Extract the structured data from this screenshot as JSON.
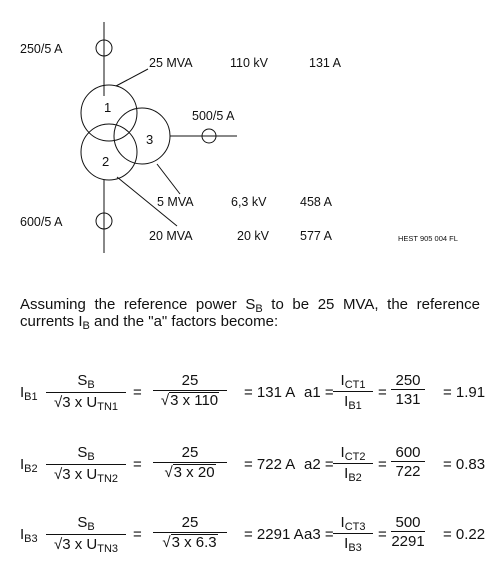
{
  "diagram": {
    "ct_hv": "250/5 A",
    "ct_lv": "600/5 A",
    "ct_tv": "500/5 A",
    "winding_labels": [
      "1",
      "2",
      "3"
    ],
    "w1": {
      "power": "25 MVA",
      "voltage": "110 kV",
      "current": "131 A"
    },
    "w3": {
      "power": "5 MVA",
      "voltage": "6,3 kV",
      "current": "458 A"
    },
    "w2": {
      "power": "20 MVA",
      "voltage": "20 kV",
      "current": "577 A"
    },
    "ref": "HEST 905 004 FL"
  },
  "intro": {
    "part1": "Assuming the reference power S",
    "sub": "B",
    "part2": " to be 25 MVA, the reference currents I",
    "sub2": "B",
    "part3": " and the \"a\" factors become:"
  },
  "equations": [
    {
      "current_sym": "I",
      "current_sub": "B1",
      "num_sym": "S",
      "num_sub": "B",
      "den_text": "√3 x U",
      "den_sub": "TN1",
      "num_val": "25",
      "den_root": "√",
      "den_rest": "3 x 110",
      "eq": "=",
      "result": "= 131 A",
      "a_name": "a1 =",
      "a_num_sym": "I",
      "a_num_sub": "CT1",
      "a_den_sym": "I",
      "a_den_sub": "B1",
      "a_num_val": "250",
      "a_den_val": "131",
      "a_result": "= 1.91"
    },
    {
      "current_sym": "I",
      "current_sub": "B2",
      "num_sym": "S",
      "num_sub": "B",
      "den_text": "√3 x U",
      "den_sub": "TN2",
      "num_val": "25",
      "den_root": "√",
      "den_rest": "3 x 20",
      "eq": "=",
      "result": "= 722 A",
      "a_name": "a2 =",
      "a_num_sym": "I",
      "a_num_sub": "CT2",
      "a_den_sym": "I",
      "a_den_sub": "B2",
      "a_num_val": "600",
      "a_den_val": "722",
      "a_result": "= 0.83"
    },
    {
      "current_sym": "I",
      "current_sub": "B3",
      "num_sym": "S",
      "num_sub": "B",
      "den_text": "√3 x U",
      "den_sub": "TN3",
      "num_val": "25",
      "den_root": "√",
      "den_rest": "3 x 6.3",
      "eq": "=",
      "result": "= 2291 A",
      "a_name": "a3 =",
      "a_num_sym": "I",
      "a_num_sub": "CT3",
      "a_den_sym": "I",
      "a_den_sub": "B3",
      "a_num_val": "500",
      "a_den_val": "2291",
      "a_result": "= 0.22"
    }
  ]
}
